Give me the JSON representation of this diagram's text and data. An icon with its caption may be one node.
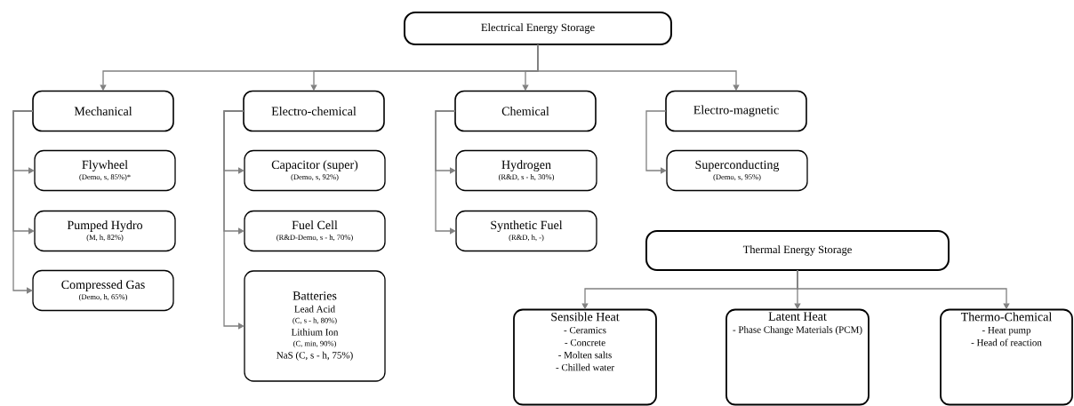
{
  "diagram": {
    "nodes": [
      {
        "text": [
          "Electrical Energy Storage"
        ]
      },
      {
        "text": [
          "Mechanical"
        ]
      },
      {
        "text": [
          "Flywheel",
          "(Demo, s, 85%)*"
        ]
      },
      {
        "text": [
          "Pumped Hydro",
          "(M, h, 82%)"
        ]
      },
      {
        "text": [
          "Compressed Gas",
          "(Demo, h, 65%)"
        ]
      },
      {
        "text": [
          "Electro-chemical"
        ]
      },
      {
        "text": [
          "Capacitor (super)",
          "(Demo, s, 92%)"
        ]
      },
      {
        "text": [
          "Fuel Cell",
          "(R&D-Demo, s - h, 70%)"
        ]
      },
      {
        "text": [
          "Batteries",
          "Lead Acid",
          "(C, s - h, 80%)",
          "Lithium Ion",
          "(C, min, 90%)",
          "NaS (C, s - h, 75%)"
        ]
      },
      {
        "text": [
          "Chemical"
        ]
      },
      {
        "text": [
          "Hydrogen",
          "(R&D, s - h, 30%)"
        ]
      },
      {
        "text": [
          "Synthetic Fuel",
          "(R&D, h, -)"
        ]
      },
      {
        "text": [
          "Electro-magnetic"
        ]
      },
      {
        "text": [
          "Superconducting",
          "(Demo, s, 95%)"
        ]
      },
      {
        "text": [
          "Thermal Energy Storage"
        ]
      },
      {
        "text": [
          "Sensible Heat",
          "- Ceramics",
          "- Concrete",
          "- Molten salts",
          "- Chilled water"
        ]
      },
      {
        "text": [
          "Latent Heat",
          "- Phase Change Materials (PCM)"
        ]
      },
      {
        "text": [
          "Thermo-Chemical",
          "- Heat pump",
          "- Head of reaction"
        ]
      }
    ],
    "edges": [
      {
        "from": 0,
        "to": 1,
        "arrow": "to"
      },
      {
        "from": 0,
        "to": 5,
        "arrow": "to"
      },
      {
        "from": 0,
        "to": 9,
        "arrow": "to"
      },
      {
        "from": 0,
        "to": 12,
        "arrow": "to"
      },
      {
        "from": 1,
        "to": 2,
        "arrow": "to"
      },
      {
        "from": 1,
        "to": 3,
        "arrow": "to"
      },
      {
        "from": 1,
        "to": 4,
        "arrow": "to"
      },
      {
        "from": 5,
        "to": 6,
        "arrow": "to"
      },
      {
        "from": 5,
        "to": 7,
        "arrow": "to"
      },
      {
        "from": 5,
        "to": 8,
        "arrow": "to"
      },
      {
        "from": 9,
        "to": 10,
        "arrow": "to"
      },
      {
        "from": 9,
        "to": 11,
        "arrow": "to"
      },
      {
        "from": 12,
        "to": 13,
        "arrow": "to"
      },
      {
        "from": 14,
        "to": 15,
        "arrow": "to"
      },
      {
        "from": 14,
        "to": 16,
        "arrow": "to"
      },
      {
        "from": 14,
        "to": 17,
        "arrow": "to"
      }
    ]
  }
}
